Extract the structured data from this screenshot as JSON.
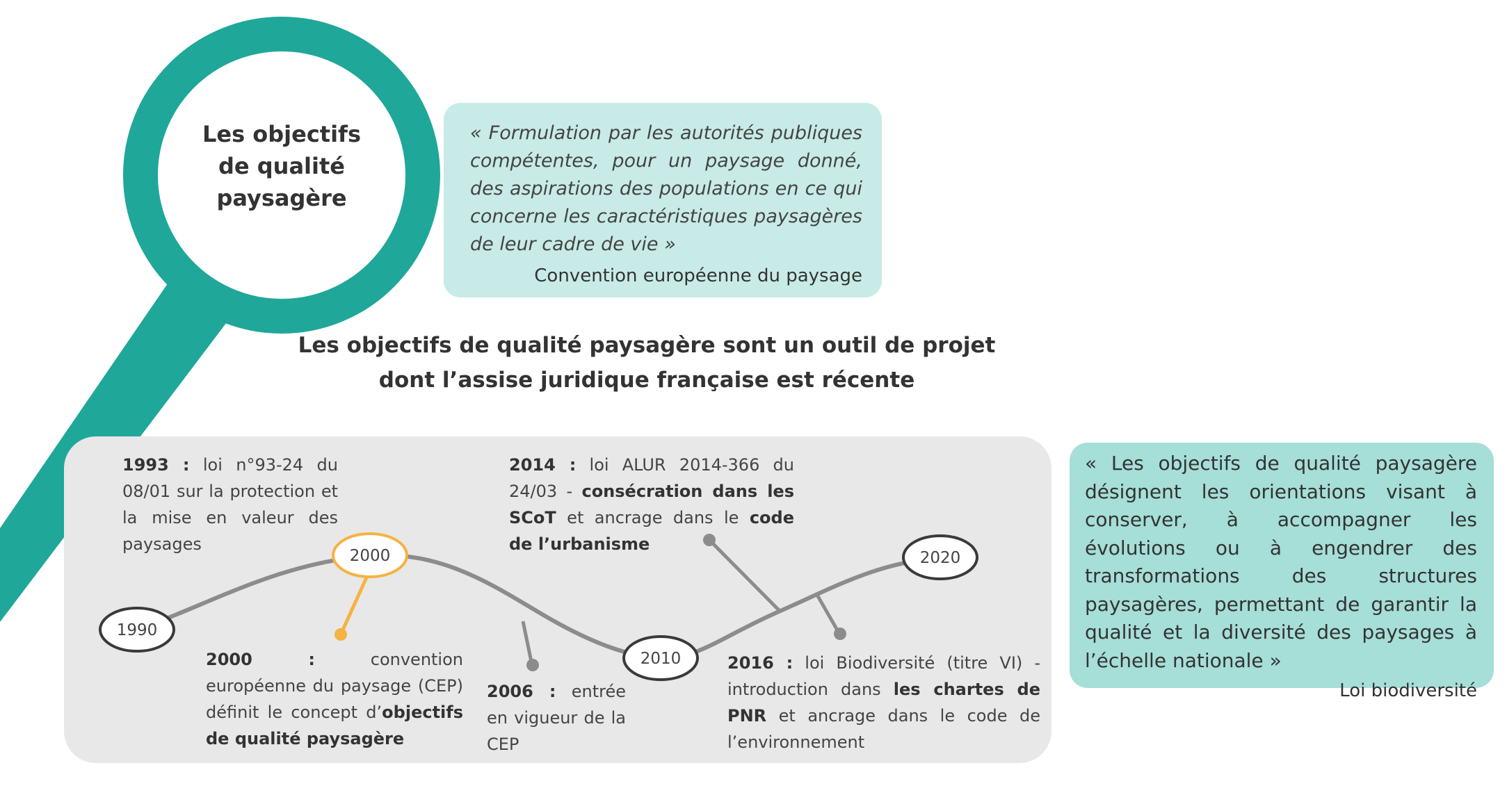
{
  "title": "Les objectifs\nde qualité\npaysagère",
  "quote_cep": {
    "text": "« Formulation par les autorités publiques compétentes, pour un paysage donné, des aspirations des populations en ce qui concerne les caractéristiques paysagères de leur cadre de vie »",
    "source": "Convention européenne du paysage"
  },
  "headline": "Les objectifs de qualité paysagère sont un outil de projet\ndont l’assise juridique française est récente",
  "timeline": {
    "nodes": [
      "1990",
      "2000",
      "2010",
      "2020"
    ],
    "events": [
      {
        "year": "1993 :",
        "parts": [
          " loi n°93-24 du 08/01 sur la protection et la mise en valeur des paysages"
        ]
      },
      {
        "year": "2000 :",
        "parts": [
          " convention européenne du paysage (CEP) définit le concept d’",
          "objectifs de qualité paysagère"
        ]
      },
      {
        "year": "2006 :",
        "parts": [
          " entrée en vigueur de la CEP"
        ]
      },
      {
        "year": "2014 :",
        "parts": [
          " loi ALUR 2014-366 du 24/03 - ",
          "consécration dans les SCoT",
          " et ancrage dans le ",
          "code de l’urbanisme"
        ]
      },
      {
        "year": "2016 :",
        "parts": [
          " loi Biodiversité (titre VI) - introduction dans ",
          "les chartes de PNR",
          " et ancrage dans le code de l’environnement"
        ]
      }
    ]
  },
  "quote_loi": {
    "text": "« Les objectifs de qualité paysagère désignent les orientations visant à conserver, à accompagner les évolutions ou à engendrer des transformations des structures paysagères, permettant de garantir la qualité et la diversité des paysages à l’échelle nationale »",
    "source": "Loi biodiversité"
  },
  "colors": {
    "teal": "#1fa79a",
    "quote_light": "#c8ebe7",
    "quote_mid": "#a6ded8",
    "panel": "#e8e8e8",
    "curve": "#8c8c8c",
    "highlight": "#f5b342"
  }
}
